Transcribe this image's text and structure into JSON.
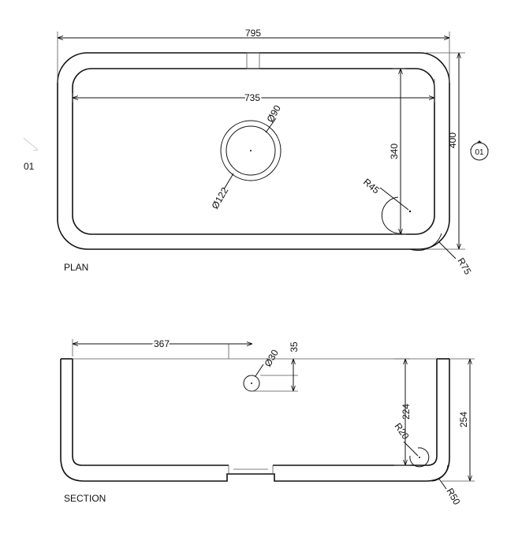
{
  "plan": {
    "label": "PLAN",
    "overall_width": "795",
    "inner_width": "735",
    "overall_depth": "400",
    "inner_depth": "340",
    "waste_inner_dia": "Ø90",
    "waste_outer_dia": "Ø122",
    "inner_corner_radius": "R45",
    "outer_corner_radius": "R75"
  },
  "section_marker": {
    "left_label": "01",
    "symbol_label": "01"
  },
  "section": {
    "label": "SECTION",
    "tap_offset": "367",
    "overflow_dia": "Ø30",
    "overflow_drop": "35",
    "inner_height": "224",
    "overall_height": "254",
    "inner_radius": "R20",
    "outer_radius": "R50"
  }
}
